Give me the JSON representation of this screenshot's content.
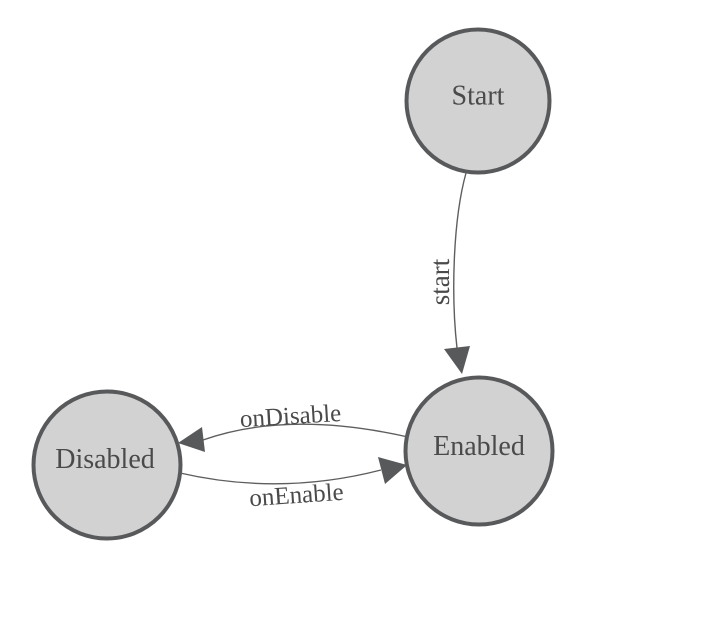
{
  "diagram": {
    "type": "state-machine",
    "nodes": [
      {
        "id": "start",
        "label": "Start"
      },
      {
        "id": "enabled",
        "label": "Enabled"
      },
      {
        "id": "disabled",
        "label": "Disabled"
      }
    ],
    "edges": [
      {
        "from": "Start",
        "to": "Enabled",
        "label": "start"
      },
      {
        "from": "Enabled",
        "to": "Disabled",
        "label": "onDisable"
      },
      {
        "from": "Disabled",
        "to": "Enabled",
        "label": "onEnable"
      }
    ],
    "colors": {
      "background": "#ffffff",
      "node_fill": "#d2d2d2",
      "node_border": "#58595b",
      "edge_line": "#5e5e5e",
      "arrowhead": "#58595b",
      "text": "#4a4a4a"
    }
  }
}
